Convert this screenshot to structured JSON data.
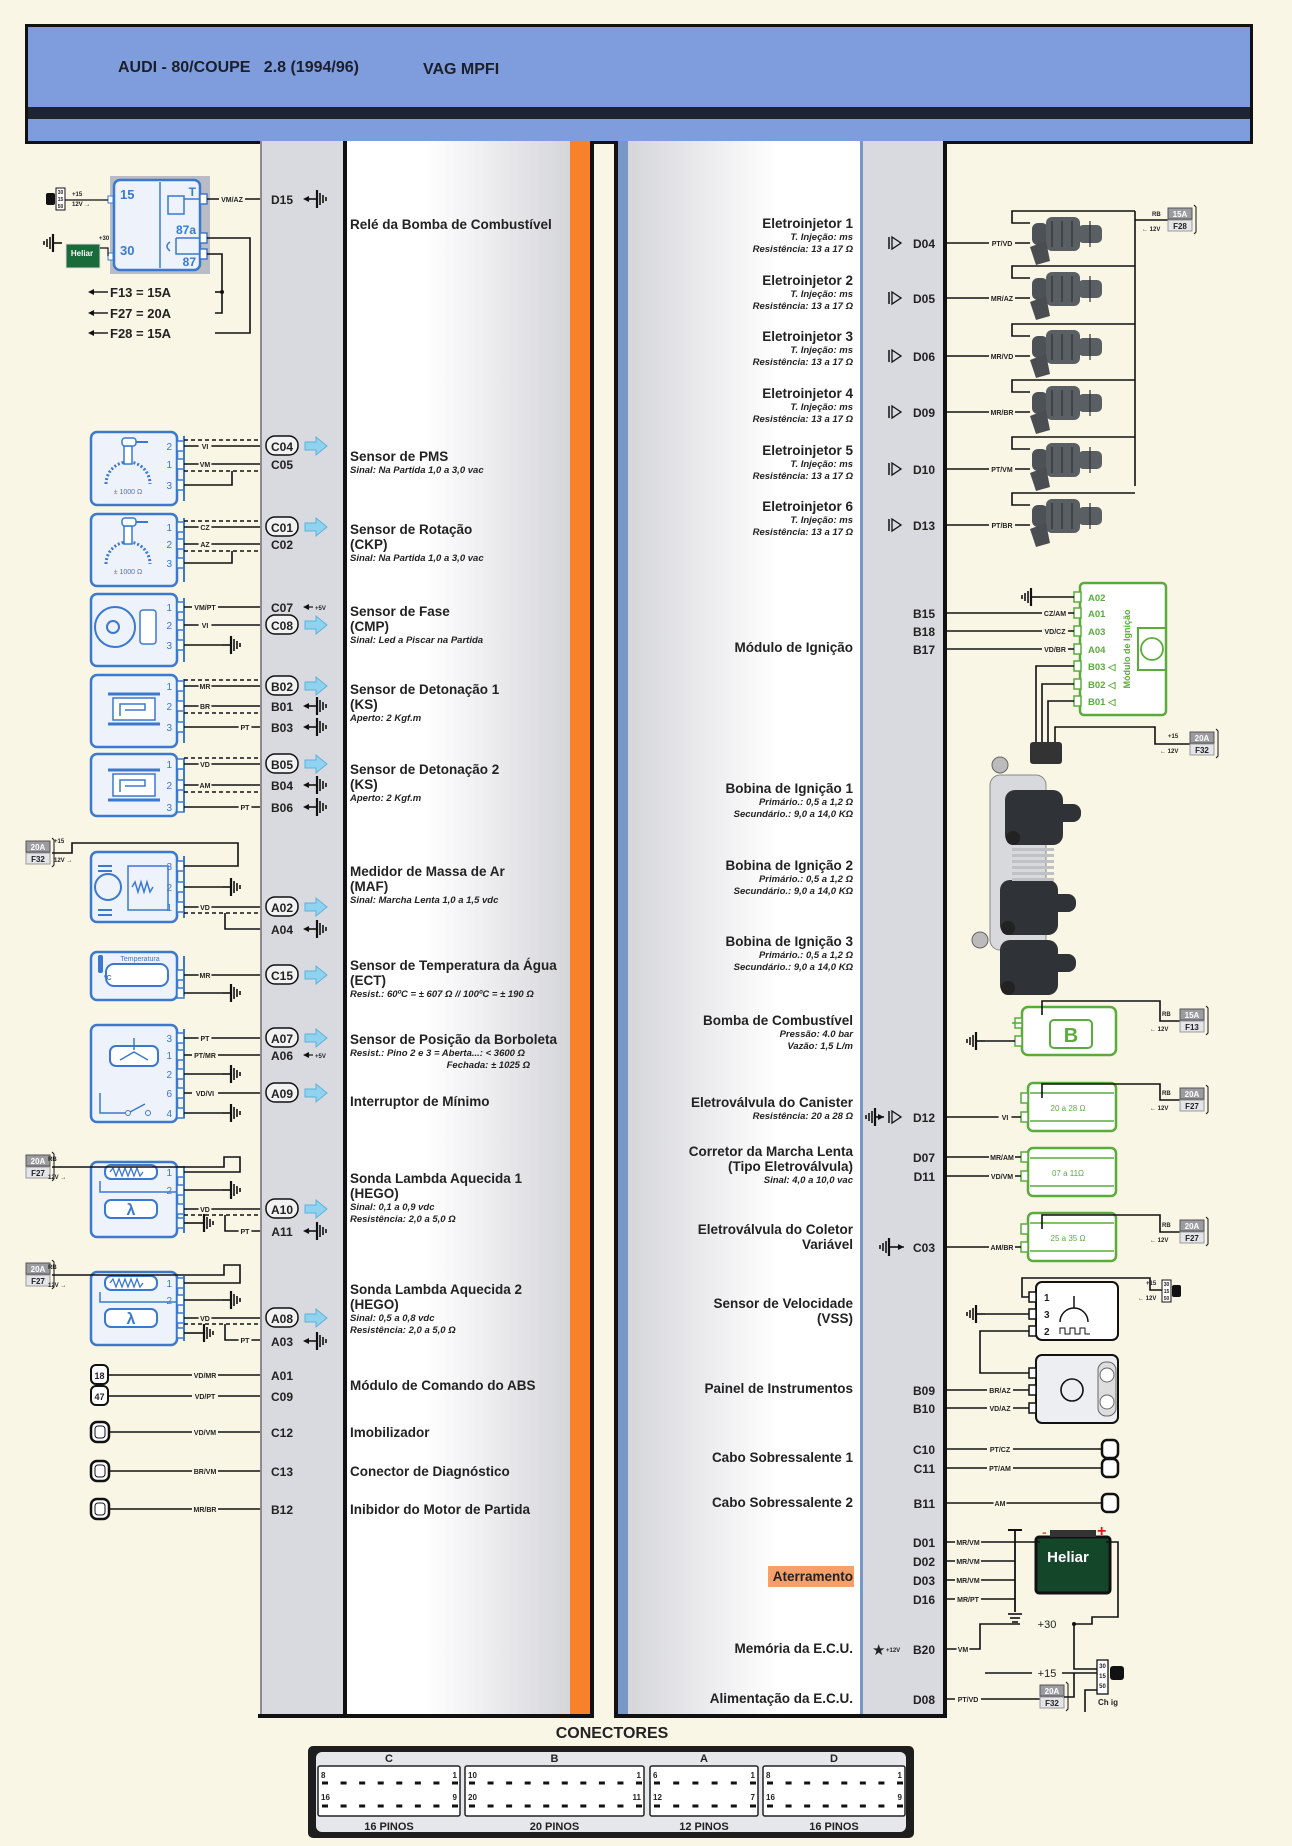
{
  "header": {
    "title": "AUDI - 80/COUPE   2.8 (1994/96)",
    "system": "VAG MPFI"
  },
  "colors": {
    "title_bar": "#7f9cdc",
    "orange_stripe": "#f7822a",
    "signal_arrow": "#8fd3f0",
    "sensor_blue": "#3b78d0",
    "actuator_green": "#5aab3c",
    "ground_highlight": "#f5a06a"
  },
  "relay": {
    "pins": [
      "15",
      "30",
      "T",
      "87a",
      "87"
    ],
    "ignition": [
      "30",
      "15",
      "50"
    ],
    "supply_15": "+15",
    "supply_12v": "12V →",
    "supply_30": "+30",
    "battery_brand": "Heliar",
    "wire": "VM/AZ",
    "outputs": [
      "F13 = 15A",
      "F27 = 20A",
      "F28 = 15A"
    ]
  },
  "left": {
    "items": [
      {
        "title": [
          "Relé da Bomba de Combustível"
        ],
        "details": [],
        "pins": [
          {
            "id": "D15",
            "circled": false,
            "symbol": "ground"
          }
        ]
      },
      {
        "title": [
          "Sensor de PMS"
        ],
        "details": [
          "Sinal: Na Partida 1,0 a 3,0 vac"
        ],
        "pins": [
          {
            "id": "C04",
            "circled": true,
            "symbol": "signal"
          },
          {
            "id": "C05",
            "circled": false,
            "symbol": "none"
          }
        ],
        "sensor_pins": [
          "2",
          "1",
          "3"
        ],
        "wires": [
          "VI",
          "VM"
        ],
        "sensor_text": "± 1000 Ω"
      },
      {
        "title": [
          "Sensor de Rotação",
          "(CKP)"
        ],
        "details": [
          "Sinal: Na Partida 1,0 a 3,0 vac"
        ],
        "pins": [
          {
            "id": "C01",
            "circled": true,
            "symbol": "signal"
          },
          {
            "id": "C02",
            "circled": false,
            "symbol": "none"
          }
        ],
        "sensor_pins": [
          "1",
          "2",
          "3"
        ],
        "wires": [
          "CZ",
          "AZ"
        ],
        "sensor_text": "± 1000 Ω"
      },
      {
        "title": [
          "Sensor de Fase",
          "(CMP)"
        ],
        "details": [
          "Sinal: Led a Piscar na Partida"
        ],
        "pins": [
          {
            "id": "C07",
            "circled": false,
            "symbol": "5v",
            "note": "+5V"
          },
          {
            "id": "C08",
            "circled": true,
            "symbol": "signal"
          }
        ],
        "sensor_pins": [
          "1",
          "2",
          "3"
        ],
        "wires": [
          "VM/PT",
          "VI"
        ]
      },
      {
        "title": [
          "Sensor de Detonação 1",
          "(KS)"
        ],
        "details": [
          "Aperto: 2 Kgf.m"
        ],
        "pins": [
          {
            "id": "B02",
            "circled": true,
            "symbol": "signal"
          },
          {
            "id": "B01",
            "circled": false,
            "symbol": "ground"
          },
          {
            "id": "B03",
            "circled": false,
            "symbol": "ground"
          }
        ],
        "sensor_pins": [
          "1",
          "2",
          "3"
        ],
        "wires": [
          "MR",
          "BR",
          "PT"
        ]
      },
      {
        "title": [
          "Sensor de Detonação 2",
          "(KS)"
        ],
        "details": [
          "Aperto: 2 Kgf.m"
        ],
        "pins": [
          {
            "id": "B05",
            "circled": true,
            "symbol": "signal"
          },
          {
            "id": "B04",
            "circled": false,
            "symbol": "ground"
          },
          {
            "id": "B06",
            "circled": false,
            "symbol": "ground"
          }
        ],
        "sensor_pins": [
          "1",
          "2",
          "3"
        ],
        "wires": [
          "VD",
          "AM",
          "PT"
        ]
      },
      {
        "title": [
          "Medidor de Massa de Ar",
          "(MAF)"
        ],
        "details": [
          "Sinal: Marcha Lenta 1,0 a 1,5 vdc"
        ],
        "pins": [
          {
            "id": "A02",
            "circled": true,
            "symbol": "signal"
          },
          {
            "id": "A04",
            "circled": false,
            "symbol": "ground"
          }
        ],
        "sensor_pins": [
          "3",
          "2",
          "1"
        ],
        "wires": [
          "VD"
        ],
        "fuse": {
          "amp": "20A",
          "id": "F32",
          "supply": "+15",
          "volt": "12V →"
        }
      },
      {
        "title": [
          "Sensor de Temperatura da Água",
          "(ECT)"
        ],
        "details": [
          "Resist.: 60ºC = ± 607 Ω // 100ºC = ± 190 Ω"
        ],
        "pins": [
          {
            "id": "C15",
            "circled": true,
            "symbol": "signal"
          }
        ],
        "wires": [
          "MR"
        ],
        "sensor_text": "Temperatura",
        "unit": "ºC"
      },
      {
        "title": [
          "Sensor de Posição da Borboleta"
        ],
        "details": [
          "Resist.: Pino 2 e 3 = Aberta...: < 3600 Ω",
          "Fechada: ± 1025 Ω"
        ],
        "pins": [
          {
            "id": "A07",
            "circled": true,
            "symbol": "signal"
          },
          {
            "id": "A06",
            "circled": false,
            "symbol": "5v",
            "note": "+5V"
          }
        ],
        "sensor_pins": [
          "3",
          "1",
          "2",
          "6",
          "4"
        ],
        "wires": [
          "PT",
          "PT/MR",
          "VD/VI"
        ]
      },
      {
        "title": [
          "Interruptor de Mínimo"
        ],
        "details": [],
        "pins": [
          {
            "id": "A09",
            "circled": true,
            "symbol": "signal"
          }
        ]
      },
      {
        "title": [
          "Sonda Lambda Aquecida 1",
          "(HEGO)"
        ],
        "details": [
          "Sinal: 0,1 a 0,9 vdc",
          "Resistência: 2,0 a 5,0 Ω"
        ],
        "pins": [
          {
            "id": "A10",
            "circled": true,
            "symbol": "signal"
          },
          {
            "id": "A11",
            "circled": false,
            "symbol": "ground"
          }
        ],
        "sensor_pins": [
          "1",
          "2"
        ],
        "wires": [
          "VD",
          "PT"
        ],
        "fuse": {
          "amp": "20A",
          "id": "F27",
          "supply": "RB",
          "volt": "12V →"
        }
      },
      {
        "title": [
          "Sonda Lambda Aquecida 2",
          "(HEGO)"
        ],
        "details": [
          "Sinal: 0,5 a 0,8 vdc",
          "Resistência: 2,0 a 5,0 Ω"
        ],
        "pins": [
          {
            "id": "A08",
            "circled": true,
            "symbol": "signal"
          },
          {
            "id": "A03",
            "circled": false,
            "symbol": "ground"
          }
        ],
        "sensor_pins": [
          "1",
          "2"
        ],
        "wires": [
          "VD",
          "PT"
        ],
        "fuse": {
          "amp": "20A",
          "id": "F27",
          "supply": "RB",
          "volt": "12V →"
        }
      },
      {
        "title": [
          "Módulo de Comando do ABS"
        ],
        "details": [],
        "pins": [
          {
            "id": "A01",
            "circled": false,
            "symbol": "none"
          },
          {
            "id": "C09",
            "circled": false,
            "symbol": "none"
          }
        ],
        "wires": [
          "VD/MR",
          "VD/PT"
        ],
        "connector_pins": [
          "18",
          "47"
        ]
      },
      {
        "title": [
          "Imobilizador"
        ],
        "details": [],
        "pins": [
          {
            "id": "C12",
            "circled": false,
            "symbol": "none"
          }
        ],
        "wires": [
          "VD/VM"
        ]
      },
      {
        "title": [
          "Conector de Diagnóstico"
        ],
        "details": [],
        "pins": [
          {
            "id": "C13",
            "circled": false,
            "symbol": "none"
          }
        ],
        "wires": [
          "BR/VM"
        ]
      },
      {
        "title": [
          "Inibidor do Motor de Partida"
        ],
        "details": [],
        "pins": [
          {
            "id": "B12",
            "circled": false,
            "symbol": "none"
          }
        ],
        "wires": [
          "MR/BR"
        ]
      }
    ]
  },
  "right": {
    "injector_fuse": {
      "amp": "15A",
      "id": "F28",
      "supply": "RB",
      "volt": "← 12V"
    },
    "items": [
      {
        "title": [
          "Eletroinjetor 1"
        ],
        "details": [
          "T. Injeção: ms",
          "Resistência: 13 a 17 Ω"
        ],
        "pins": [
          {
            "id": "D04",
            "symbol": "injector"
          }
        ],
        "wires": [
          "PT/VD"
        ]
      },
      {
        "title": [
          "Eletroinjetor 2"
        ],
        "details": [
          "T. Injeção: ms",
          "Resistência: 13 a 17 Ω"
        ],
        "pins": [
          {
            "id": "D05",
            "symbol": "injector"
          }
        ],
        "wires": [
          "MR/AZ"
        ]
      },
      {
        "title": [
          "Eletroinjetor 3"
        ],
        "details": [
          "T. Injeção: ms",
          "Resistência: 13 a 17 Ω"
        ],
        "pins": [
          {
            "id": "D06",
            "symbol": "injector"
          }
        ],
        "wires": [
          "MR/VD"
        ]
      },
      {
        "title": [
          "Eletroinjetor 4"
        ],
        "details": [
          "T. Injeção: ms",
          "Resistência: 13 a 17 Ω"
        ],
        "pins": [
          {
            "id": "D09",
            "symbol": "injector"
          }
        ],
        "wires": [
          "MR/BR"
        ]
      },
      {
        "title": [
          "Eletroinjetor 5"
        ],
        "details": [
          "T. Injeção: ms",
          "Resistência: 13 a 17 Ω"
        ],
        "pins": [
          {
            "id": "D10",
            "symbol": "injector"
          }
        ],
        "wires": [
          "PT/VM"
        ]
      },
      {
        "title": [
          "Eletroinjetor 6"
        ],
        "details": [
          "T. Injeção: ms",
          "Resistência: 13 a 17 Ω"
        ],
        "pins": [
          {
            "id": "D13",
            "symbol": "injector"
          }
        ],
        "wires": [
          "PT/BR"
        ]
      },
      {
        "title": [
          "Módulo de Ignição"
        ],
        "details": [],
        "pins": [
          {
            "id": "B15",
            "symbol": "none"
          },
          {
            "id": "B18",
            "symbol": "none"
          },
          {
            "id": "B17",
            "symbol": "none"
          }
        ],
        "wires": [
          "CZ/AM",
          "VD/CZ",
          "VD/BR"
        ],
        "module": {
          "name": "Módulo de Ignição",
          "pins": [
            "A02",
            "A01",
            "A03",
            "A04",
            "B03 ◁",
            "B02 ◁",
            "B01 ◁"
          ]
        },
        "fuse": {
          "amp": "20A",
          "id": "F32",
          "supply": "+15",
          "volt": "← 12V"
        }
      },
      {
        "title": [
          "Bobina de Ignição 1"
        ],
        "details": [
          "Primário.: 0,5 a 1,2 Ω",
          "Secundário.: 9,0 a 14,0 KΩ"
        ],
        "pins": []
      },
      {
        "title": [
          "Bobina de Ignição 2"
        ],
        "details": [
          "Primário.: 0,5 a 1,2 Ω",
          "Secundário.: 9,0 a 14,0 KΩ"
        ],
        "pins": []
      },
      {
        "title": [
          "Bobina de Ignição 3"
        ],
        "details": [
          "Primário.: 0,5 a 1,2 Ω",
          "Secundário.: 9,0 a 14,0 KΩ"
        ],
        "pins": []
      },
      {
        "title": [
          "Bomba de Combustível"
        ],
        "details": [
          "Pressão: 4.0 bar",
          "Vazão: 1,5 L/m"
        ],
        "pins": [],
        "device": "B",
        "fuse": {
          "amp": "15A",
          "id": "F13",
          "supply": "RB",
          "volt": "← 12V"
        }
      },
      {
        "title": [
          "Eletroválvula do Canister"
        ],
        "details": [
          "Resistência: 20 a 28 Ω"
        ],
        "pins": [
          {
            "id": "D12",
            "symbol": "ground-injector"
          }
        ],
        "wires": [
          "VI"
        ],
        "device": "20 a 28 Ω",
        "fuse": {
          "amp": "20A",
          "id": "F27",
          "supply": "RB",
          "volt": "← 12V"
        }
      },
      {
        "title": [
          "Corretor da Marcha Lenta",
          "(Tipo Eletroválvula)"
        ],
        "details": [
          "Sinal: 4,0 a 10,0 vac"
        ],
        "pins": [
          {
            "id": "D07",
            "symbol": "none"
          },
          {
            "id": "D11",
            "symbol": "none"
          }
        ],
        "wires": [
          "MR/AM",
          "VD/VM"
        ],
        "device": "07 a 11Ω"
      },
      {
        "title": [
          "Eletroválvula do Coletor",
          "Variável"
        ],
        "details": [],
        "pins": [
          {
            "id": "C03",
            "symbol": "ground-arrow"
          }
        ],
        "wires": [
          "AM/BR"
        ],
        "device": "25 a 35 Ω",
        "fuse": {
          "amp": "20A",
          "id": "F27",
          "supply": "RB",
          "volt": "← 12V"
        }
      },
      {
        "title": [
          "Sensor de Velocidade",
          "(VSS)"
        ],
        "details": [],
        "pins": [],
        "sensor_pins": [
          "1",
          "3",
          "2"
        ],
        "supply": "+15",
        "volt": "← 12V",
        "ignition": [
          "30",
          "15",
          "50"
        ]
      },
      {
        "title": [
          "Painel de Instrumentos"
        ],
        "details": [],
        "pins": [
          {
            "id": "B09",
            "symbol": "none"
          },
          {
            "id": "B10",
            "symbol": "none"
          }
        ],
        "wires": [
          "BR/AZ",
          "VD/AZ"
        ]
      },
      {
        "title": [
          "Cabo Sobressalente 1"
        ],
        "details": [],
        "pins": [
          {
            "id": "C10",
            "symbol": "none"
          },
          {
            "id": "C11",
            "symbol": "none"
          }
        ],
        "wires": [
          "PT/CZ",
          "PT/AM"
        ]
      },
      {
        "title": [
          "Cabo Sobressalente 2"
        ],
        "details": [],
        "pins": [
          {
            "id": "B11",
            "symbol": "none"
          }
        ],
        "wires": [
          "AM"
        ]
      },
      {
        "title": [
          "Aterramento"
        ],
        "details": [],
        "pins": [
          {
            "id": "D01",
            "symbol": "none"
          },
          {
            "id": "D02",
            "symbol": "none"
          },
          {
            "id": "D03",
            "symbol": "none"
          },
          {
            "id": "D16",
            "symbol": "none"
          }
        ],
        "wires": [
          "MR/VM",
          "MR/VM",
          "MR/VM",
          "MR/PT"
        ],
        "battery": {
          "brand": "Heliar",
          "neg": "-",
          "pos": "+"
        },
        "supply_30": "+30"
      },
      {
        "title": [
          "Memória da E.C.U."
        ],
        "details": [],
        "pins": [
          {
            "id": "B20",
            "symbol": "star",
            "note": "+12V"
          }
        ],
        "wires": [
          "VM"
        ]
      },
      {
        "title": [
          "Alimentação da E.C.U."
        ],
        "details": [],
        "pins": [
          {
            "id": "D08",
            "symbol": "none"
          }
        ],
        "wires": [
          "PT/VD"
        ],
        "fuse": {
          "amp": "20A",
          "id": "F32"
        },
        "supply": "+15",
        "ignition": [
          "30",
          "15",
          "50"
        ],
        "ignition_label": "Ch ig"
      }
    ]
  },
  "connectors": {
    "title": "CONECTORES",
    "blocks": [
      {
        "letter": "C",
        "pins": "16 PINOS",
        "corners": [
          "8",
          "1",
          "16",
          "9"
        ]
      },
      {
        "letter": "B",
        "pins": "20 PINOS",
        "corners": [
          "10",
          "1",
          "20",
          "11"
        ]
      },
      {
        "letter": "A",
        "pins": "12 PINOS",
        "corners": [
          "6",
          "1",
          "12",
          "7"
        ]
      },
      {
        "letter": "D",
        "pins": "16 PINOS",
        "corners": [
          "8",
          "1",
          "16",
          "9"
        ]
      }
    ]
  }
}
